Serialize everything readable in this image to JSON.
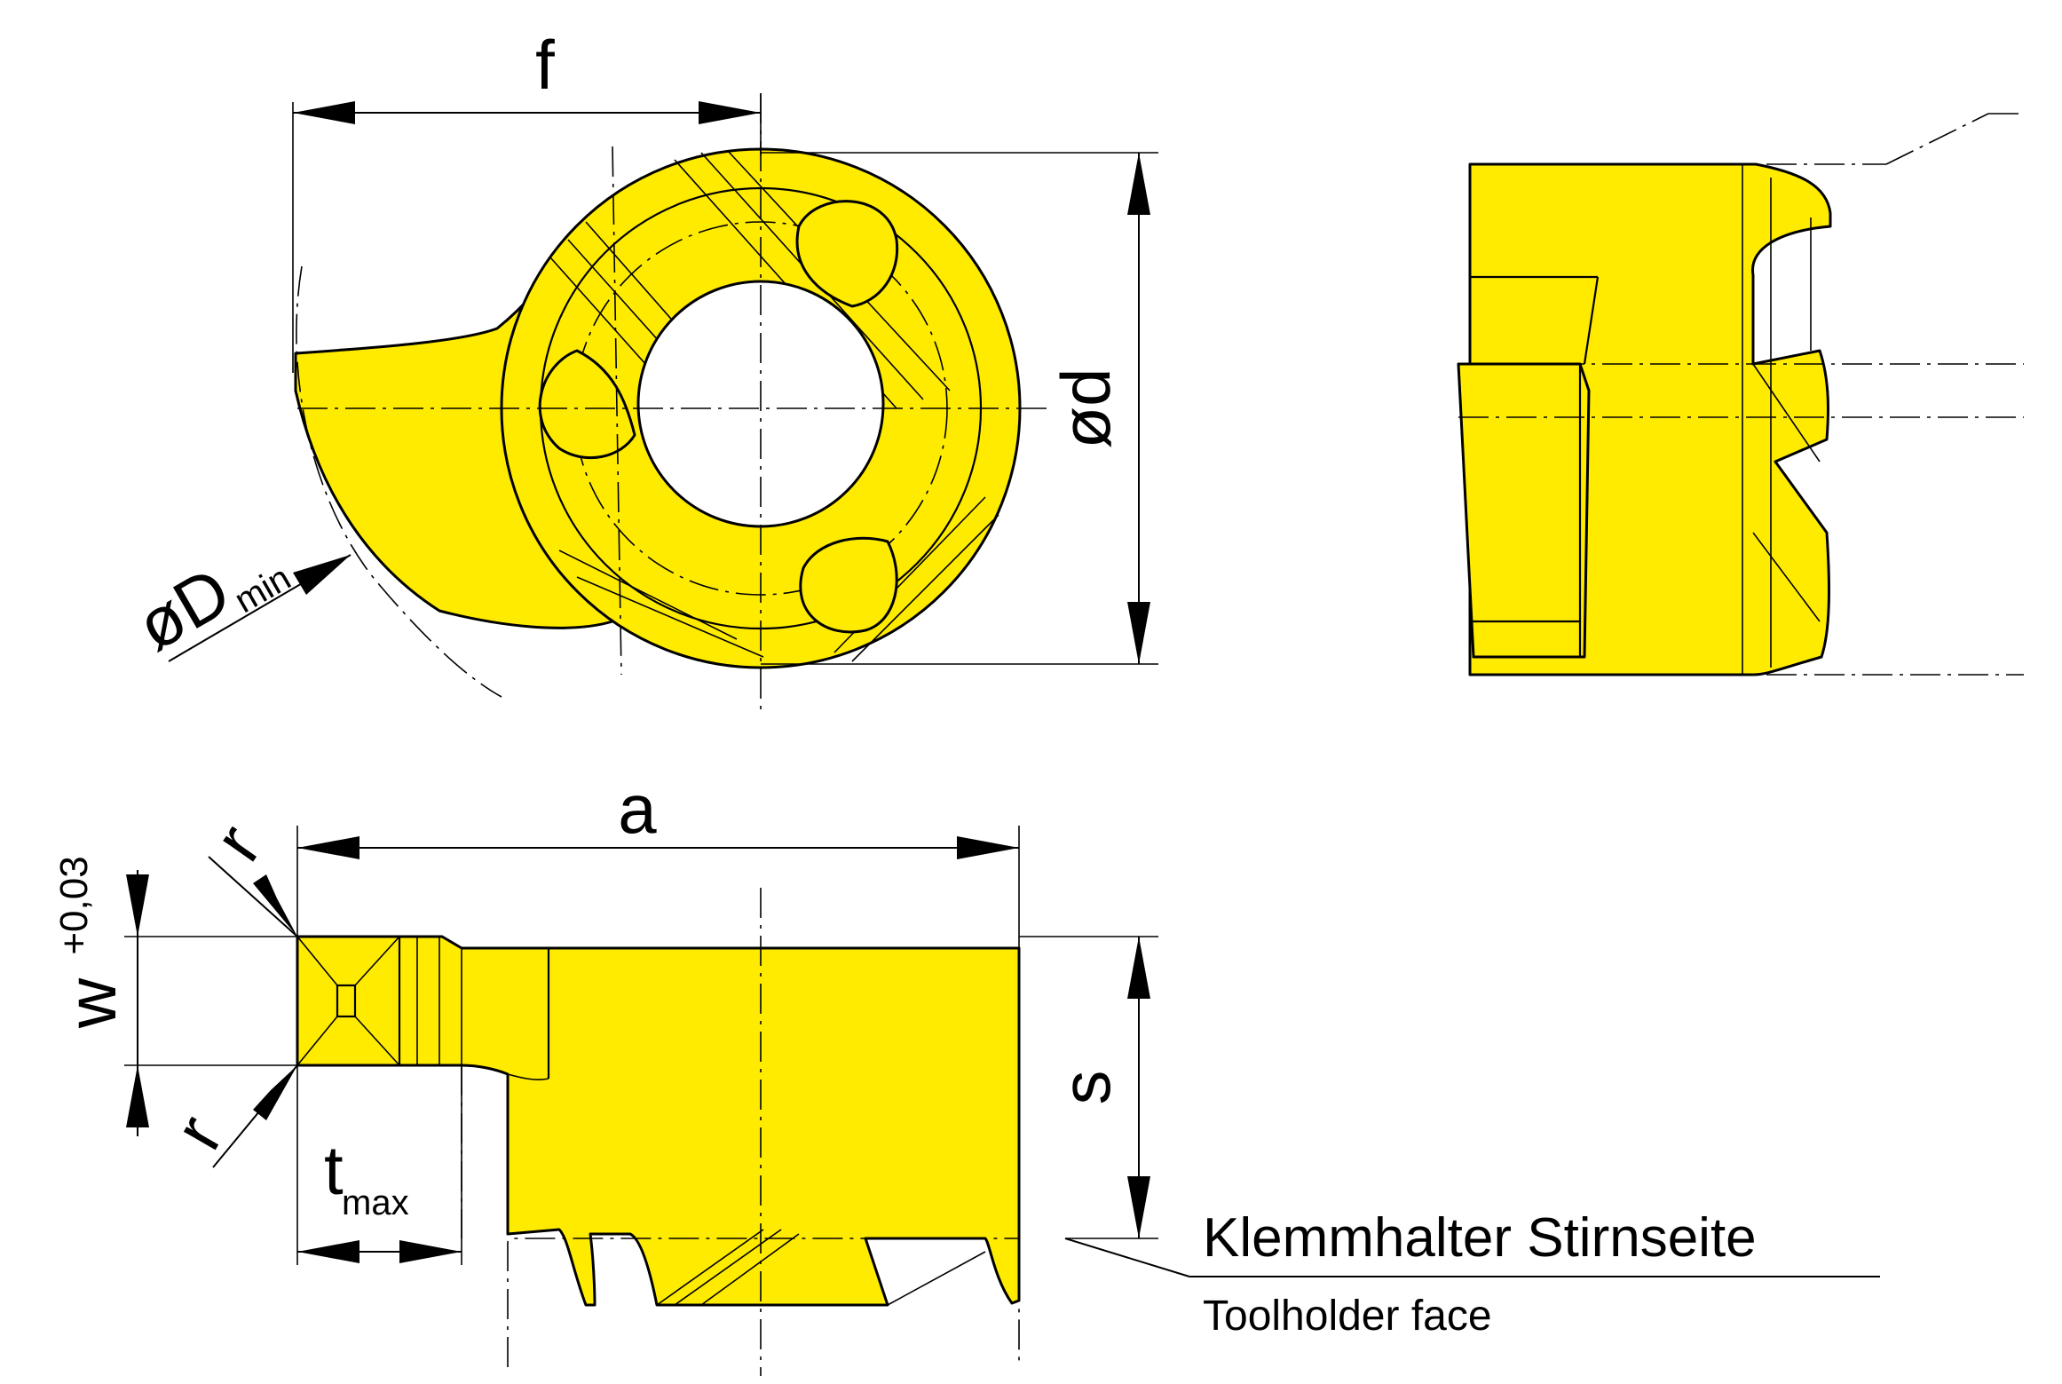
{
  "labels": {
    "f": "f",
    "d": "ød",
    "D_main": "øD",
    "D_sub": "min",
    "a": "a",
    "s": "s",
    "w_main": "w",
    "w_sup": "+0,03",
    "r_top": "r",
    "r_bottom": "r",
    "t_main": "t",
    "t_sub": "max"
  },
  "caption": {
    "german": "Klemmhalter Stirnseite",
    "english": "Toolholder face"
  },
  "colors": {
    "part_fill": "#ffeb00",
    "line": "#000000",
    "background": "#ffffff"
  }
}
